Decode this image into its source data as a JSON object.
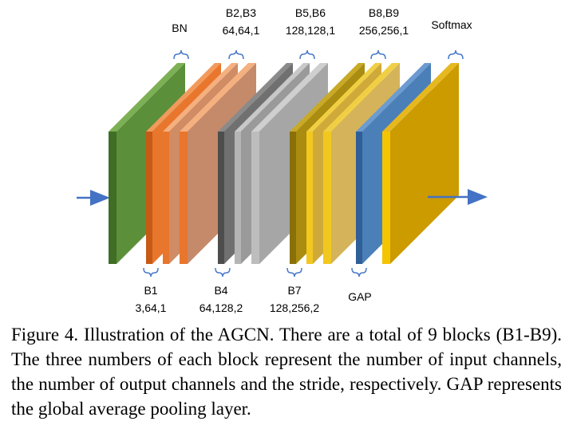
{
  "labels_top": {
    "bn": "BN",
    "b2b3_name": "B2,B3",
    "b2b3_params": "64,64,1",
    "b5b6_name": "B5,B6",
    "b5b6_params": "128,128,1",
    "b8b9_name": "B8,B9",
    "b8b9_params": "256,256,1",
    "softmax": "Softmax"
  },
  "labels_bottom": {
    "b1_name": "B1",
    "b1_params": "3,64,1",
    "b4_name": "B4",
    "b4_params": "64,128,2",
    "b7_name": "B7",
    "b7_params": "128,256,2",
    "gap": "GAP"
  },
  "caption": "Figure 4. Illustration of the AGCN. There are a total of 9 blocks (B1-B9). The three numbers of each block represent the number of input channels, the number of output channels and the stride, respectively. GAP represents the global average pooling layer.",
  "colors": {
    "bn": "#5b8f3a",
    "orange_block": "#e8762d",
    "orange_light": "#c48a6a",
    "gray_dark": "#707070",
    "gray_light": "#a6a6a6",
    "gold_dark": "#a98c10",
    "gold_light": "#d4b35a",
    "gap": "#4a7fb8",
    "softmax": "#cc9b00",
    "arrow": "#4472c4"
  }
}
